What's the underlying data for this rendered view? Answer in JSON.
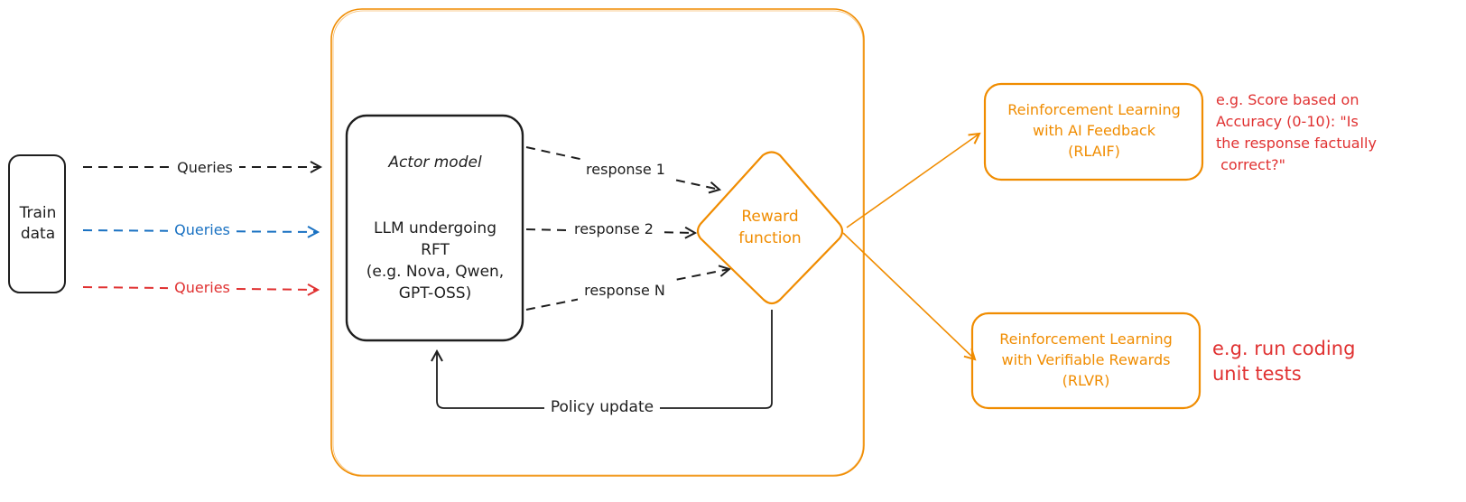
{
  "train_data": {
    "line1": "Train",
    "line2": "data"
  },
  "queries": [
    {
      "label": "Queries",
      "color": "#1e1e1e"
    },
    {
      "label": "Queries",
      "color": "#1971c2"
    },
    {
      "label": "Queries",
      "color": "#e03131"
    }
  ],
  "actor": {
    "title": "Actor model",
    "line1": "LLM undergoing",
    "line2": "RFT",
    "line3": "(e.g. Nova, Qwen,",
    "line4": "GPT-OSS)"
  },
  "responses": [
    "response 1",
    "response 2",
    "response N"
  ],
  "reward": {
    "line1": "Reward",
    "line2": "function"
  },
  "policy_update": "Policy update",
  "rlaif": {
    "line1": "Reinforcement Learning",
    "line2": "with AI Feedback",
    "line3": "(RLAIF)"
  },
  "rlvr": {
    "line1": "Reinforcement Learning",
    "line2": "with Verifiable Rewards",
    "line3": "(RLVR)"
  },
  "rlaif_note": {
    "line1": "e.g. Score based on",
    "line2": "Accuracy (0-10): \"Is",
    "line3": "the response factually",
    "line4": " correct?\""
  },
  "rlvr_note": {
    "line1": "e.g. run coding",
    "line2": "unit tests"
  },
  "colors": {
    "dark": "#1e1e1e",
    "orange": "#f08c00",
    "blue": "#1971c2",
    "red": "#e03131"
  }
}
